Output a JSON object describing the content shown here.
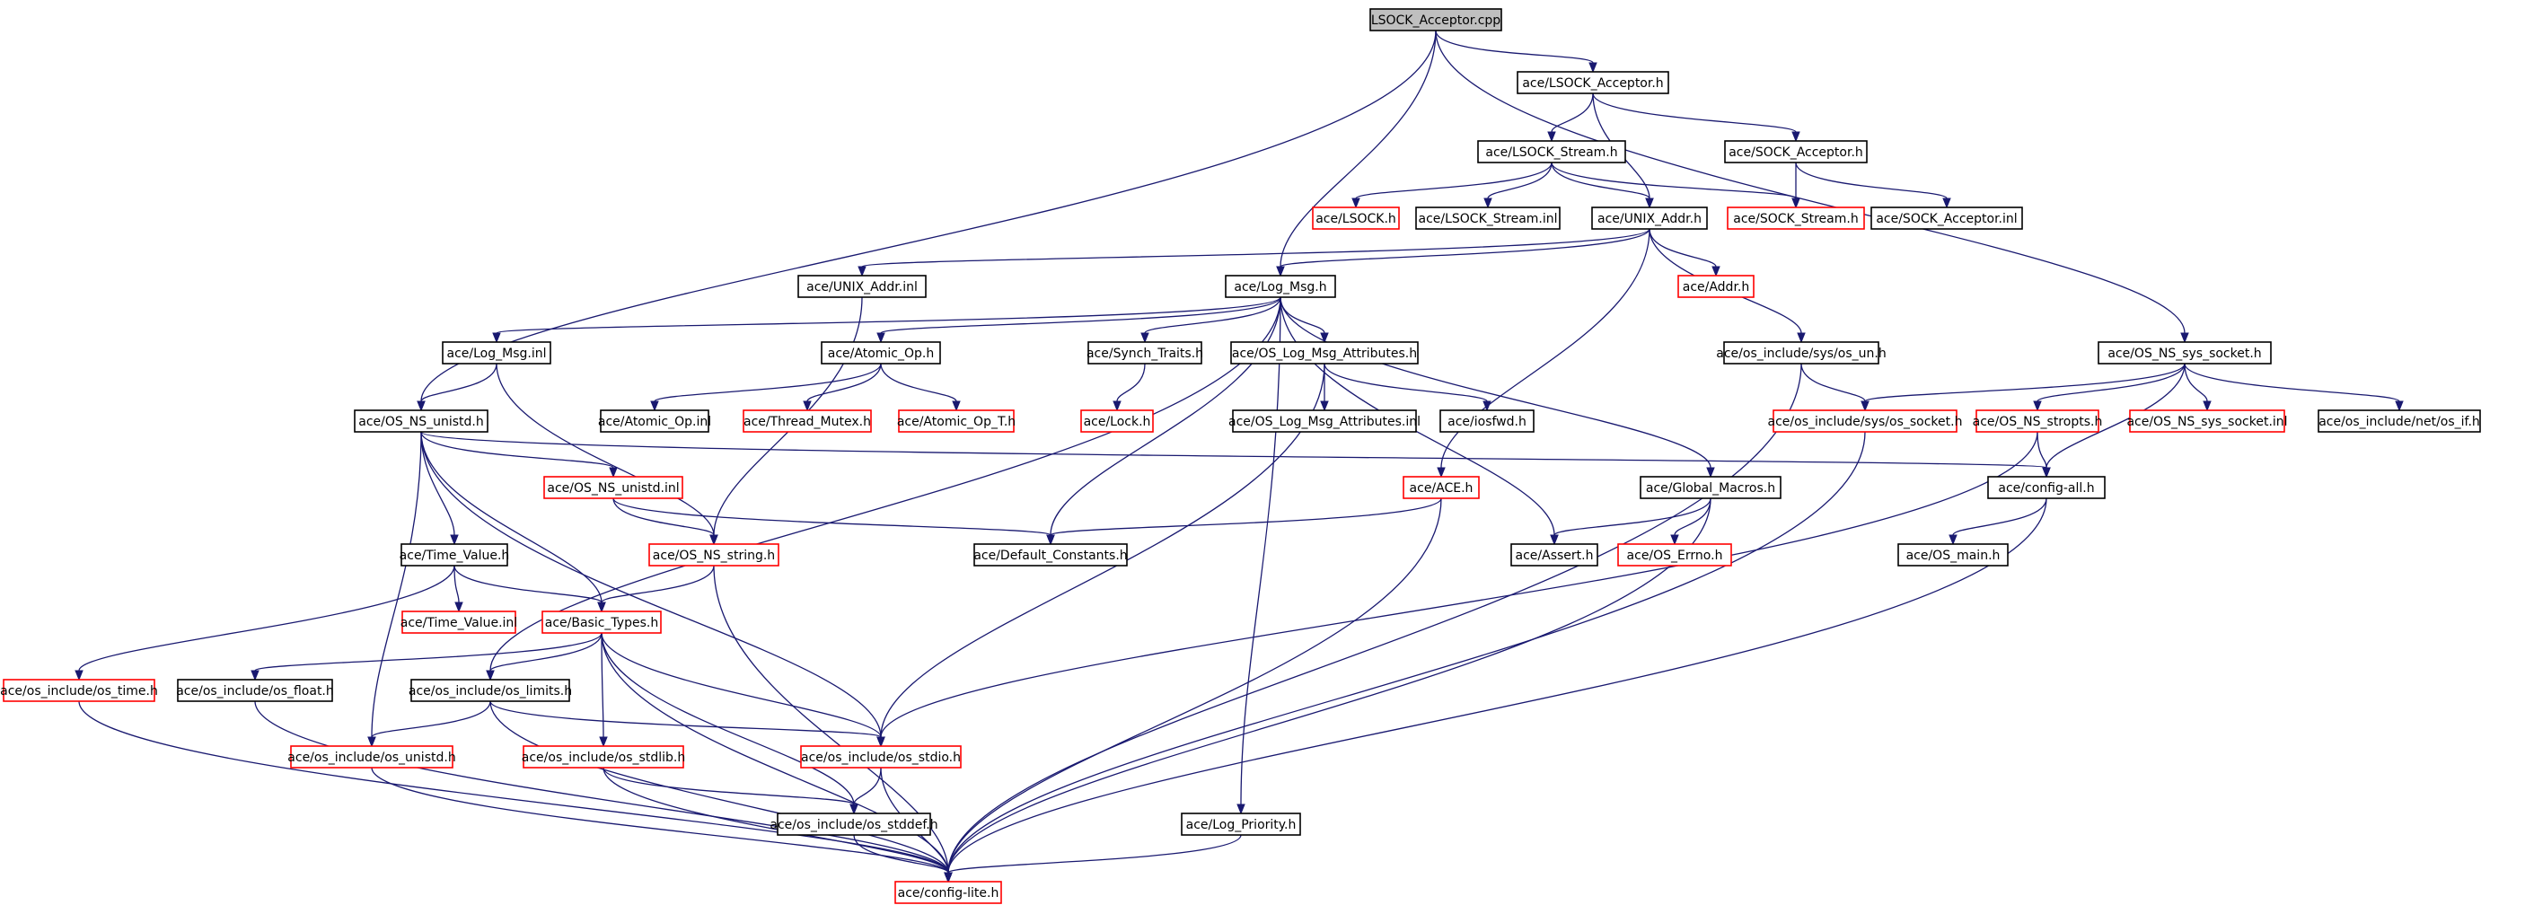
{
  "graph_title": "",
  "colors": {
    "edge": "#191970",
    "root_fill": "#bfbfbf",
    "node_fill": "#ffffff",
    "node_border": "#000000",
    "truncated_border": "#ff0000"
  },
  "nodes": [
    {
      "id": "n0",
      "label": "LSOCK_Acceptor.cpp",
      "style": "root"
    },
    {
      "id": "n1",
      "label": "ace/LSOCK_Acceptor.h",
      "style": "normal"
    },
    {
      "id": "n2",
      "label": "ace/LSOCK_Stream.h",
      "style": "normal"
    },
    {
      "id": "n3",
      "label": "ace/SOCK_Acceptor.h",
      "style": "normal"
    },
    {
      "id": "n4",
      "label": "ace/LSOCK.h",
      "style": "truncated"
    },
    {
      "id": "n5",
      "label": "ace/LSOCK_Stream.inl",
      "style": "normal"
    },
    {
      "id": "n6",
      "label": "ace/UNIX_Addr.h",
      "style": "normal"
    },
    {
      "id": "n7",
      "label": "ace/SOCK_Stream.h",
      "style": "truncated"
    },
    {
      "id": "n8",
      "label": "ace/SOCK_Acceptor.inl",
      "style": "normal"
    },
    {
      "id": "n9",
      "label": "ace/UNIX_Addr.inl",
      "style": "normal"
    },
    {
      "id": "n10",
      "label": "ace/Log_Msg.h",
      "style": "normal"
    },
    {
      "id": "n11",
      "label": "ace/Addr.h",
      "style": "truncated"
    },
    {
      "id": "n12",
      "label": "ace/Log_Msg.inl",
      "style": "normal"
    },
    {
      "id": "n13",
      "label": "ace/Atomic_Op.h",
      "style": "normal"
    },
    {
      "id": "n14",
      "label": "ace/Synch_Traits.h",
      "style": "normal"
    },
    {
      "id": "n15",
      "label": "ace/OS_Log_Msg_Attributes.h",
      "style": "normal"
    },
    {
      "id": "n16",
      "label": "ace/os_include/sys/os_un.h",
      "style": "normal"
    },
    {
      "id": "n17",
      "label": "ace/OS_NS_sys_socket.h",
      "style": "normal"
    },
    {
      "id": "n18",
      "label": "ace/OS_NS_unistd.h",
      "style": "normal"
    },
    {
      "id": "n19",
      "label": "ace/Atomic_Op.inl",
      "style": "normal"
    },
    {
      "id": "n20",
      "label": "ace/Thread_Mutex.h",
      "style": "truncated"
    },
    {
      "id": "n21",
      "label": "ace/Atomic_Op_T.h",
      "style": "truncated"
    },
    {
      "id": "n22",
      "label": "ace/Lock.h",
      "style": "truncated"
    },
    {
      "id": "n23",
      "label": "ace/OS_Log_Msg_Attributes.inl",
      "style": "normal"
    },
    {
      "id": "n24",
      "label": "ace/iosfwd.h",
      "style": "normal"
    },
    {
      "id": "n25",
      "label": "ace/os_include/sys/os_socket.h",
      "style": "truncated"
    },
    {
      "id": "n26",
      "label": "ace/OS_NS_stropts.h",
      "style": "truncated"
    },
    {
      "id": "n27",
      "label": "ace/OS_NS_sys_socket.inl",
      "style": "truncated"
    },
    {
      "id": "n28",
      "label": "ace/os_include/net/os_if.h",
      "style": "normal"
    },
    {
      "id": "n29",
      "label": "ace/OS_NS_unistd.inl",
      "style": "truncated"
    },
    {
      "id": "n30",
      "label": "ace/ACE.h",
      "style": "truncated"
    },
    {
      "id": "n31",
      "label": "ace/Global_Macros.h",
      "style": "normal"
    },
    {
      "id": "n32",
      "label": "ace/config-all.h",
      "style": "normal"
    },
    {
      "id": "n33",
      "label": "ace/Time_Value.h",
      "style": "normal"
    },
    {
      "id": "n34",
      "label": "ace/OS_NS_string.h",
      "style": "truncated"
    },
    {
      "id": "n35",
      "label": "ace/Default_Constants.h",
      "style": "normal"
    },
    {
      "id": "n36",
      "label": "ace/Assert.h",
      "style": "normal"
    },
    {
      "id": "n37",
      "label": "ace/OS_Errno.h",
      "style": "truncated"
    },
    {
      "id": "n38",
      "label": "ace/OS_main.h",
      "style": "normal"
    },
    {
      "id": "n39",
      "label": "ace/Time_Value.inl",
      "style": "truncated"
    },
    {
      "id": "n40",
      "label": "ace/Basic_Types.h",
      "style": "truncated"
    },
    {
      "id": "n41",
      "label": "ace/os_include/os_time.h",
      "style": "truncated"
    },
    {
      "id": "n42",
      "label": "ace/os_include/os_float.h",
      "style": "normal"
    },
    {
      "id": "n43",
      "label": "ace/os_include/os_limits.h",
      "style": "normal"
    },
    {
      "id": "n44",
      "label": "ace/os_include/os_unistd.h",
      "style": "truncated"
    },
    {
      "id": "n45",
      "label": "ace/os_include/os_stdlib.h",
      "style": "truncated"
    },
    {
      "id": "n46",
      "label": "ace/os_include/os_stdio.h",
      "style": "truncated"
    },
    {
      "id": "n47",
      "label": "ace/Log_Priority.h",
      "style": "normal"
    },
    {
      "id": "n48",
      "label": "ace/os_include/os_stddef.h",
      "style": "normal"
    },
    {
      "id": "n49",
      "label": "ace/config-lite.h",
      "style": "truncated"
    }
  ],
  "edges": [
    [
      "n0",
      "n1"
    ],
    [
      "n0",
      "n10"
    ],
    [
      "n0",
      "n18"
    ],
    [
      "n0",
      "n17"
    ],
    [
      "n1",
      "n2"
    ],
    [
      "n1",
      "n6"
    ],
    [
      "n1",
      "n3"
    ],
    [
      "n2",
      "n4"
    ],
    [
      "n2",
      "n5"
    ],
    [
      "n2",
      "n6"
    ],
    [
      "n2",
      "n7"
    ],
    [
      "n3",
      "n7"
    ],
    [
      "n3",
      "n8"
    ],
    [
      "n6",
      "n9"
    ],
    [
      "n6",
      "n10"
    ],
    [
      "n6",
      "n11"
    ],
    [
      "n6",
      "n16"
    ],
    [
      "n6",
      "n30"
    ],
    [
      "n9",
      "n34"
    ],
    [
      "n10",
      "n12"
    ],
    [
      "n10",
      "n13"
    ],
    [
      "n10",
      "n14"
    ],
    [
      "n10",
      "n15"
    ],
    [
      "n10",
      "n35"
    ],
    [
      "n10",
      "n36"
    ],
    [
      "n10",
      "n31"
    ],
    [
      "n10",
      "n47"
    ],
    [
      "n10",
      "n43"
    ],
    [
      "n12",
      "n18"
    ],
    [
      "n12",
      "n34"
    ],
    [
      "n13",
      "n19"
    ],
    [
      "n13",
      "n20"
    ],
    [
      "n13",
      "n21"
    ],
    [
      "n14",
      "n22"
    ],
    [
      "n15",
      "n23"
    ],
    [
      "n15",
      "n24"
    ],
    [
      "n15",
      "n46"
    ],
    [
      "n16",
      "n25"
    ],
    [
      "n16",
      "n49"
    ],
    [
      "n17",
      "n25"
    ],
    [
      "n17",
      "n26"
    ],
    [
      "n17",
      "n27"
    ],
    [
      "n17",
      "n28"
    ],
    [
      "n17",
      "n32"
    ],
    [
      "n18",
      "n29"
    ],
    [
      "n18",
      "n33"
    ],
    [
      "n18",
      "n40"
    ],
    [
      "n18",
      "n44"
    ],
    [
      "n18",
      "n46"
    ],
    [
      "n18",
      "n32"
    ],
    [
      "n25",
      "n49"
    ],
    [
      "n26",
      "n32"
    ],
    [
      "n26",
      "n46"
    ],
    [
      "n29",
      "n34"
    ],
    [
      "n29",
      "n35"
    ],
    [
      "n30",
      "n35"
    ],
    [
      "n30",
      "n49"
    ],
    [
      "n31",
      "n36"
    ],
    [
      "n31",
      "n37"
    ],
    [
      "n31",
      "n49"
    ],
    [
      "n32",
      "n38"
    ],
    [
      "n32",
      "n49"
    ],
    [
      "n33",
      "n39"
    ],
    [
      "n33",
      "n40"
    ],
    [
      "n33",
      "n41"
    ],
    [
      "n34",
      "n40"
    ],
    [
      "n34",
      "n49"
    ],
    [
      "n40",
      "n42"
    ],
    [
      "n40",
      "n43"
    ],
    [
      "n40",
      "n45"
    ],
    [
      "n40",
      "n46"
    ],
    [
      "n40",
      "n48"
    ],
    [
      "n40",
      "n49"
    ],
    [
      "n41",
      "n49"
    ],
    [
      "n42",
      "n49"
    ],
    [
      "n43",
      "n44"
    ],
    [
      "n43",
      "n46"
    ],
    [
      "n43",
      "n49"
    ],
    [
      "n44",
      "n49"
    ],
    [
      "n45",
      "n48"
    ],
    [
      "n45",
      "n49"
    ],
    [
      "n46",
      "n48"
    ],
    [
      "n46",
      "n49"
    ],
    [
      "n47",
      "n49"
    ],
    [
      "n48",
      "n49"
    ]
  ]
}
